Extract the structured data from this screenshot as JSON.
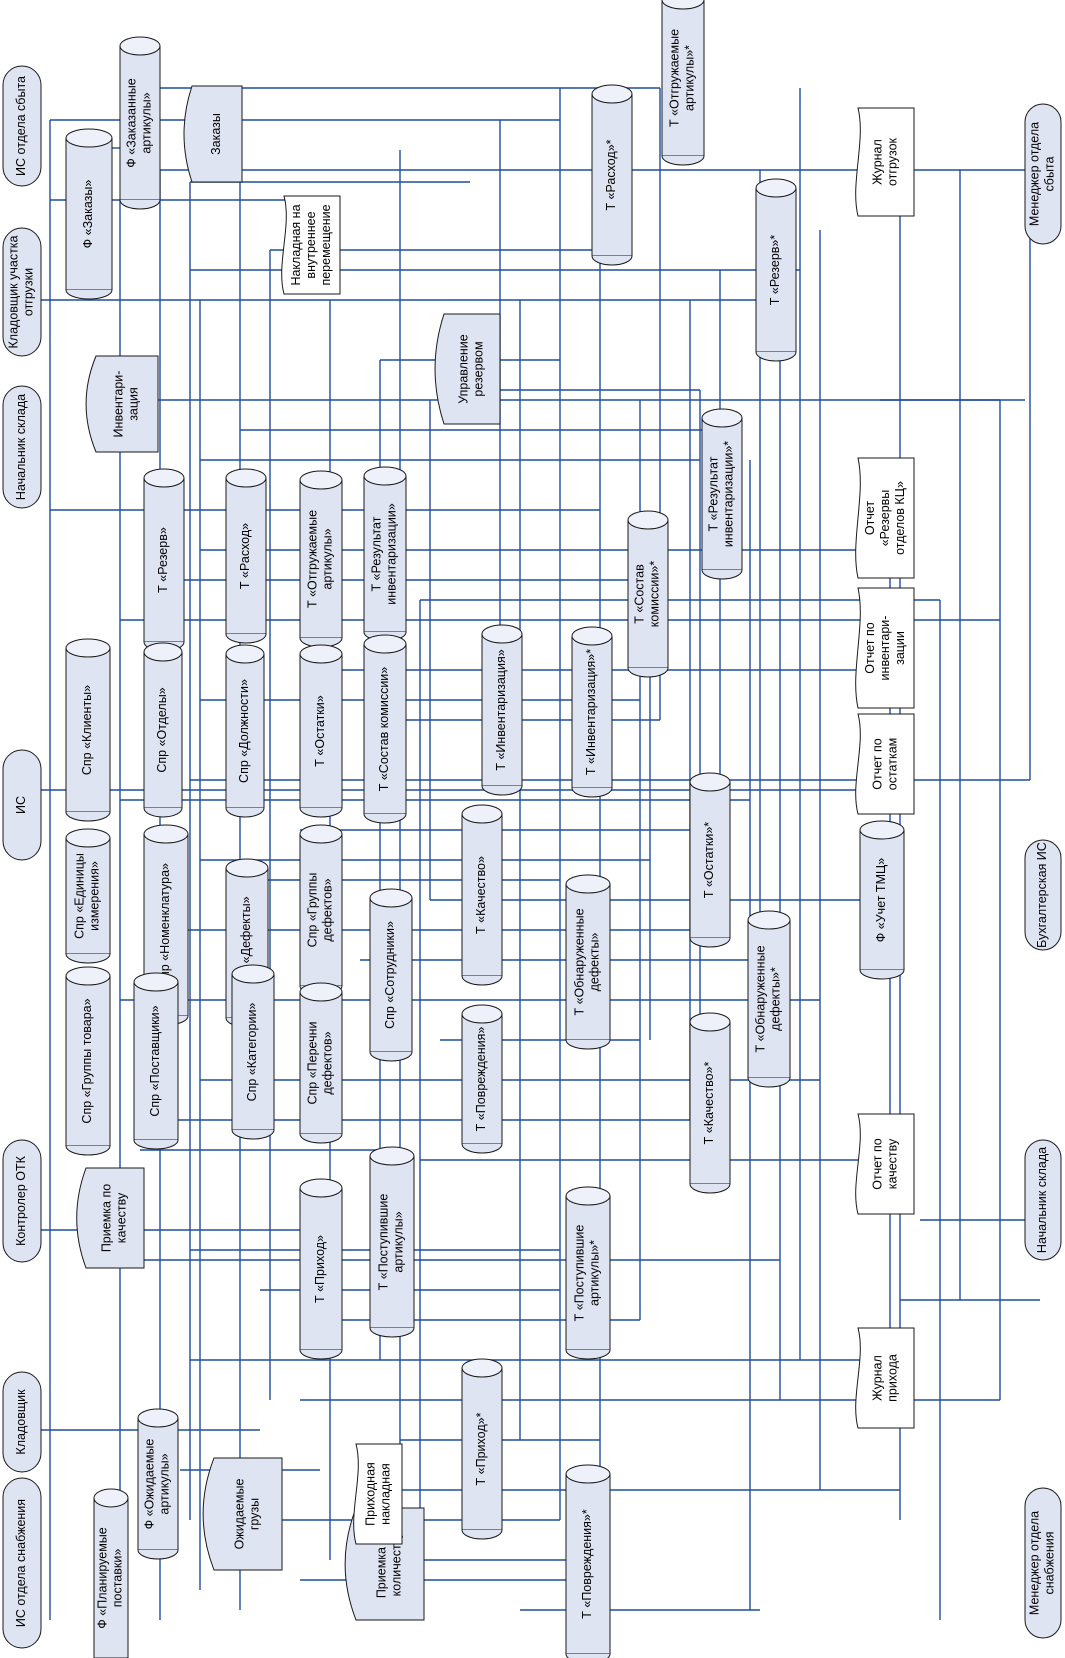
{
  "nodes": [
    {
      "id": "is-sbyt",
      "kind": "terminal",
      "lines": [
        "ИС отдела сбыта"
      ]
    },
    {
      "id": "kladov-otgr",
      "kind": "terminal",
      "lines": [
        "Кладовщик участка",
        "отгрузки"
      ]
    },
    {
      "id": "nach-sklada-top",
      "kind": "terminal",
      "lines": [
        "Начальник склада"
      ]
    },
    {
      "id": "is",
      "kind": "terminal",
      "lines": [
        "ИС"
      ]
    },
    {
      "id": "kontroler-otk",
      "kind": "terminal",
      "lines": [
        "Контролер ОТК"
      ]
    },
    {
      "id": "kladovshik",
      "kind": "terminal",
      "lines": [
        "Кладовщик"
      ]
    },
    {
      "id": "is-snab",
      "kind": "terminal",
      "lines": [
        "ИС отдела снабжения"
      ]
    },
    {
      "id": "menedzher-sbyt",
      "kind": "terminal",
      "lines": [
        "Менеджер отдела",
        "сбыта"
      ]
    },
    {
      "id": "buh-is",
      "kind": "terminal",
      "lines": [
        "Бухгалтерская ИС"
      ]
    },
    {
      "id": "nach-sklada-bot",
      "kind": "terminal",
      "lines": [
        "Начальник склада"
      ]
    },
    {
      "id": "menedzher-snab",
      "kind": "terminal",
      "lines": [
        "Менеджер отдела",
        "снабжения"
      ]
    },
    {
      "id": "zakazy",
      "kind": "process",
      "lines": [
        "Заказы"
      ]
    },
    {
      "id": "inventarizaciya",
      "kind": "process",
      "lines": [
        "Инвентари-",
        "зация"
      ]
    },
    {
      "id": "upr-rezervom",
      "kind": "process",
      "lines": [
        "Управление",
        "резервом"
      ]
    },
    {
      "id": "priemka-kach",
      "kind": "process",
      "lines": [
        "Приемка по",
        "качеству"
      ]
    },
    {
      "id": "ozhid-gruzy",
      "kind": "process",
      "lines": [
        "Ожидаемые",
        "грузы"
      ]
    },
    {
      "id": "priemka-kol",
      "kind": "process",
      "lines": [
        "Приемка по",
        "количеству"
      ]
    },
    {
      "id": "f-zakazy",
      "kind": "store",
      "lines": [
        "Ф «Заказы»"
      ]
    },
    {
      "id": "f-zak-art",
      "kind": "store",
      "lines": [
        "Ф «Заказанные",
        "артикулы»"
      ]
    },
    {
      "id": "f-plan-post",
      "kind": "store",
      "lines": [
        "Ф «Планируемые",
        "поставки»"
      ]
    },
    {
      "id": "f-ozhid-art",
      "kind": "store",
      "lines": [
        "Ф «Ожидаемые",
        "артикулы»"
      ]
    },
    {
      "id": "spr-klienty",
      "kind": "store",
      "lines": [
        "Спр «Клиенты»"
      ]
    },
    {
      "id": "spr-ed-izm",
      "kind": "store",
      "lines": [
        "Спр «Единицы",
        "измерения»"
      ]
    },
    {
      "id": "spr-gr-tovara",
      "kind": "store",
      "lines": [
        "Спр «Группы товара»"
      ]
    },
    {
      "id": "t-rezerv",
      "kind": "store",
      "lines": [
        "Т «Резерв»"
      ]
    },
    {
      "id": "spr-otdely",
      "kind": "store",
      "lines": [
        "Спр «Отделы»"
      ]
    },
    {
      "id": "spr-nomenkl",
      "kind": "store",
      "lines": [
        "Спр «Номенклатура»"
      ]
    },
    {
      "id": "spr-postav",
      "kind": "store",
      "lines": [
        "Спр «Поставщики»"
      ]
    },
    {
      "id": "t-rashod",
      "kind": "store",
      "lines": [
        "Т «Расход»"
      ]
    },
    {
      "id": "spr-dolzhn",
      "kind": "store",
      "lines": [
        "Спр «Должности»"
      ]
    },
    {
      "id": "spr-defekty",
      "kind": "store",
      "lines": [
        "Спр «Дефекты»"
      ]
    },
    {
      "id": "spr-kategorii",
      "kind": "store",
      "lines": [
        "Спр «Категории»"
      ]
    },
    {
      "id": "t-otgr-art",
      "kind": "store",
      "lines": [
        "Т «Отгружаемые",
        "артикулы»"
      ]
    },
    {
      "id": "t-ostatki",
      "kind": "store",
      "lines": [
        "Т «Остатки»"
      ]
    },
    {
      "id": "spr-gr-def",
      "kind": "store",
      "lines": [
        "Спр «Группы",
        "дефектов»"
      ]
    },
    {
      "id": "spr-perech-def",
      "kind": "store",
      "lines": [
        "Спр «Перечни",
        "дефектов»"
      ]
    },
    {
      "id": "t-prihod",
      "kind": "store",
      "lines": [
        "Т «Приход»"
      ]
    },
    {
      "id": "t-rez-inv",
      "kind": "store",
      "lines": [
        "Т «Результат",
        "инвентаризации»"
      ]
    },
    {
      "id": "t-sost-kom",
      "kind": "store",
      "lines": [
        "Т «Состав комиссии»"
      ]
    },
    {
      "id": "spr-sotr",
      "kind": "store",
      "lines": [
        "Спр «Сотрудники»"
      ]
    },
    {
      "id": "t-post-art",
      "kind": "store",
      "lines": [
        "Т «Поступившие",
        "артикулы»"
      ]
    },
    {
      "id": "t-inv",
      "kind": "store",
      "lines": [
        "Т «Инвентаризация»"
      ]
    },
    {
      "id": "t-kachestvo",
      "kind": "store",
      "lines": [
        "Т «Качество»"
      ]
    },
    {
      "id": "t-povrezhd",
      "kind": "store",
      "lines": [
        "Т «Повреждения»"
      ]
    },
    {
      "id": "t-prihod-s",
      "kind": "store",
      "lines": [
        "Т «Приход»*"
      ]
    },
    {
      "id": "t-inv-s",
      "kind": "store",
      "lines": [
        "Т «Инвентаризация»*"
      ]
    },
    {
      "id": "t-obn-def",
      "kind": "store",
      "lines": [
        "Т «Обнаруженные",
        "дефекты»"
      ]
    },
    {
      "id": "t-post-art-s",
      "kind": "store",
      "lines": [
        "Т «Поступившие",
        "артикулы»*"
      ]
    },
    {
      "id": "t-povrezhd-s",
      "kind": "store",
      "lines": [
        "Т «Повреждения»*"
      ]
    },
    {
      "id": "t-rashod-s",
      "kind": "store",
      "lines": [
        "Т «Расход»*"
      ]
    },
    {
      "id": "t-sost-kom-s",
      "kind": "store",
      "lines": [
        "Т «Состав",
        "комиссии»*"
      ]
    },
    {
      "id": "t-ostatki-s",
      "kind": "store",
      "lines": [
        "Т «Остатки»*"
      ]
    },
    {
      "id": "t-kachestvo-s",
      "kind": "store",
      "lines": [
        "Т «Качество»*"
      ]
    },
    {
      "id": "t-otgr-art-s",
      "kind": "store",
      "lines": [
        "Т «Отгружаемые",
        "артикулы»*"
      ]
    },
    {
      "id": "t-rez-inv-s",
      "kind": "store",
      "lines": [
        "Т «Результат",
        "инвентаризации»*"
      ]
    },
    {
      "id": "t-obn-def-s",
      "kind": "store",
      "lines": [
        "Т «Обнаруженные",
        "дефекты»*"
      ]
    },
    {
      "id": "t-rezerv-s",
      "kind": "store",
      "lines": [
        "Т «Резерв»*"
      ]
    },
    {
      "id": "f-uchet-tmc",
      "kind": "store",
      "lines": [
        "Ф «Учет ТМЦ»"
      ]
    },
    {
      "id": "nakl-vnutr",
      "kind": "document",
      "lines": [
        "Накладная на",
        "внутреннее",
        "перемещение"
      ]
    },
    {
      "id": "prihod-nakl",
      "kind": "document",
      "lines": [
        "Приходная",
        "накладная"
      ]
    },
    {
      "id": "zhurnal-otgr",
      "kind": "document",
      "lines": [
        "Журнал",
        "отгрузок"
      ]
    },
    {
      "id": "otchet-rezervy",
      "kind": "document",
      "lines": [
        "Отчет",
        "«Резервы",
        "отделов КЦ»"
      ]
    },
    {
      "id": "otchet-inv",
      "kind": "document",
      "lines": [
        "Отчет по",
        "инвентари-",
        "зации"
      ]
    },
    {
      "id": "otchet-ostatki",
      "kind": "document",
      "lines": [
        "Отчет по",
        "остаткам"
      ]
    },
    {
      "id": "otchet-kach",
      "kind": "document",
      "lines": [
        "Отчет по",
        "качеству"
      ]
    },
    {
      "id": "zhurnal-prihoda",
      "kind": "document",
      "lines": [
        "Журнал",
        "прихода"
      ]
    }
  ]
}
